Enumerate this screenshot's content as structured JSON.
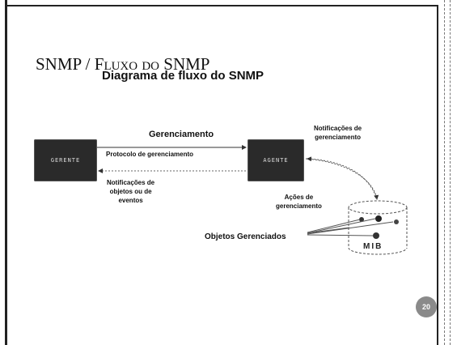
{
  "slide": {
    "title_main": "SNMP / F",
    "title_sc": "luxo do SNMP",
    "subtitle": "Diagrama de fluxo do SNMP",
    "page_number": "20"
  },
  "diagram": {
    "gerente_label": "GERENTE",
    "agente_label": "AGENTE",
    "gerenciamento": "Gerenciamento",
    "protocolo": "Protocolo de gerenciamento",
    "notif_objetos": [
      "Notificações de",
      "objetos ou de",
      "eventos"
    ],
    "notif_gerenciamento": [
      "Notificações de",
      "gerenciamento"
    ],
    "acoes": [
      "Ações de",
      "gerenciamento"
    ],
    "objetos_gerenciados": "Objetos Gerenciados",
    "mib_label": "MIB"
  }
}
